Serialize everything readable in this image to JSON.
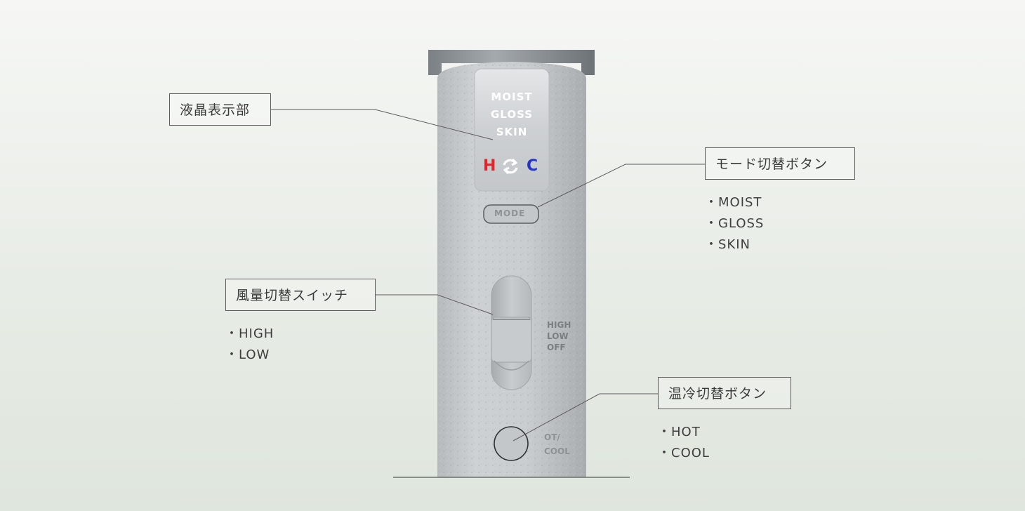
{
  "device": {
    "lcd_lines": [
      "MOIST",
      "GLOSS",
      "SKIN"
    ],
    "lcd_h": "H",
    "lcd_c": "C",
    "mode_button_label": "MODE",
    "switch_labels": [
      "HIGH",
      "LOW",
      "OFF"
    ],
    "hotcool_label_top": "OT/",
    "hotcool_label_bottom": "COOL"
  },
  "callouts": {
    "lcd": {
      "label": "液晶表示部"
    },
    "mode": {
      "label": "モード切替ボタン",
      "options": [
        "MOIST",
        "GLOSS",
        "SKIN"
      ]
    },
    "airflow": {
      "label": "風量切替スイッチ",
      "options": [
        "HIGH",
        "LOW"
      ]
    },
    "temp": {
      "label": "温冷切替ボタン",
      "options": [
        "HOT",
        "COOL"
      ]
    }
  },
  "colors": {
    "hot": "#e1262b",
    "cool": "#2633c8",
    "body": "#c4c8ca"
  }
}
